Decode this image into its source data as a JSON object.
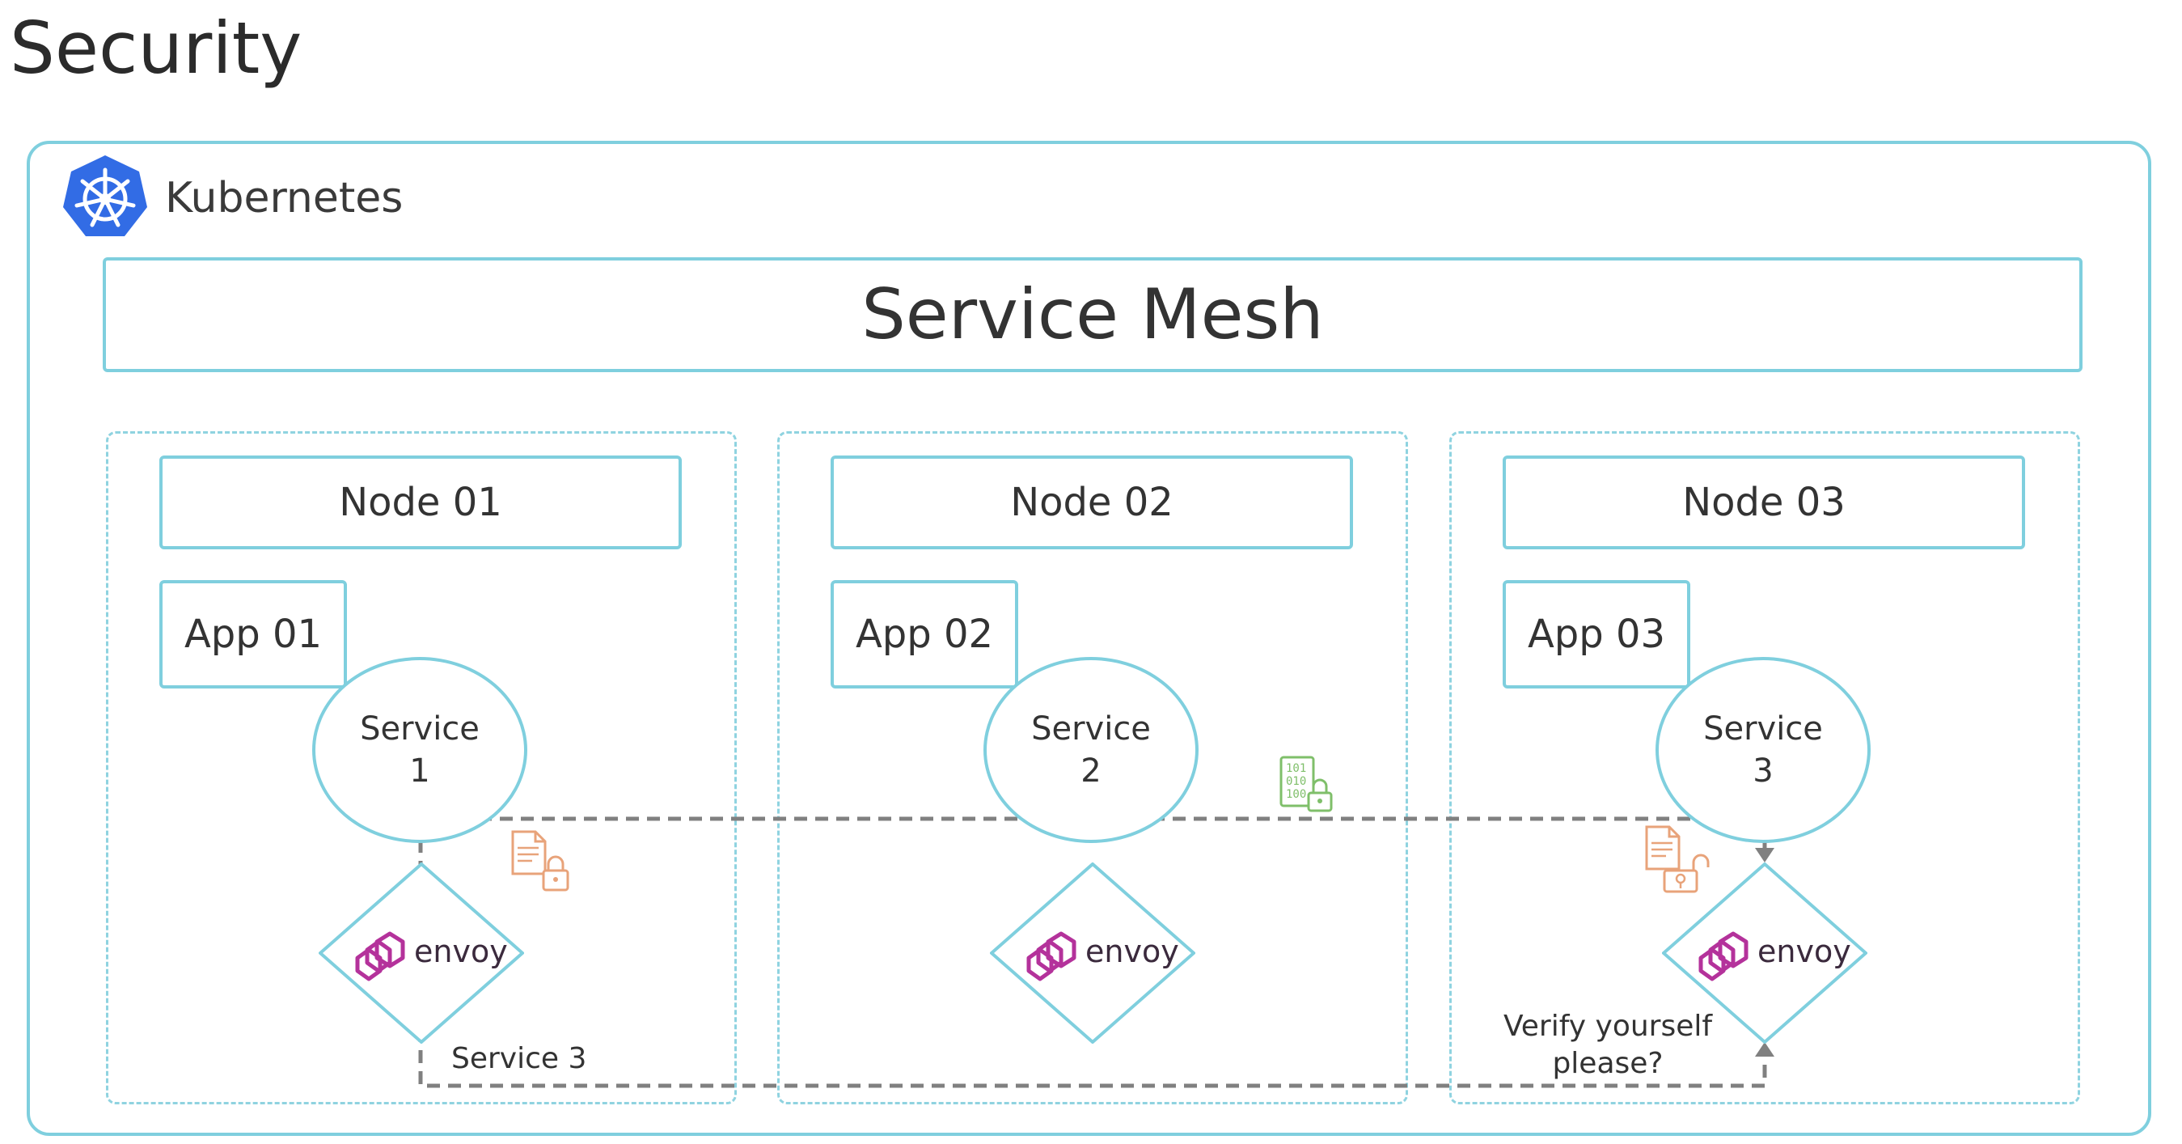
{
  "page": {
    "title": "Security"
  },
  "kubernetes": {
    "label": "Kubernetes",
    "logo_icon": "kubernetes-wheel-icon",
    "logo_color": "#326ce5"
  },
  "service_mesh": {
    "label": "Service Mesh"
  },
  "nodes": [
    {
      "label": "Node 01",
      "app": "App 01",
      "service_line1": "Service",
      "service_line2": "1",
      "envoy_label": "envoy"
    },
    {
      "label": "Node 02",
      "app": "App 02",
      "service_line1": "Service",
      "service_line2": "2",
      "envoy_label": "envoy"
    },
    {
      "label": "Node 03",
      "app": "App 03",
      "service_line1": "Service",
      "service_line2": "3",
      "envoy_label": "envoy"
    }
  ],
  "annotations": {
    "service3_label": "Service 3",
    "verify_line1": "Verify yourself",
    "verify_line2": "please?"
  },
  "icons": {
    "certificate_lock": "certificate-lock-icon",
    "encrypted_data": "encrypted-binary-lock-icon",
    "certificate_unlock": "certificate-unlock-icon"
  },
  "colors": {
    "frame": "#7fcfde",
    "dashed_path": "#808080",
    "envoy_magenta": "#b4329b",
    "cert_orange": "#e8a37a",
    "data_green": "#7fbf6a"
  }
}
